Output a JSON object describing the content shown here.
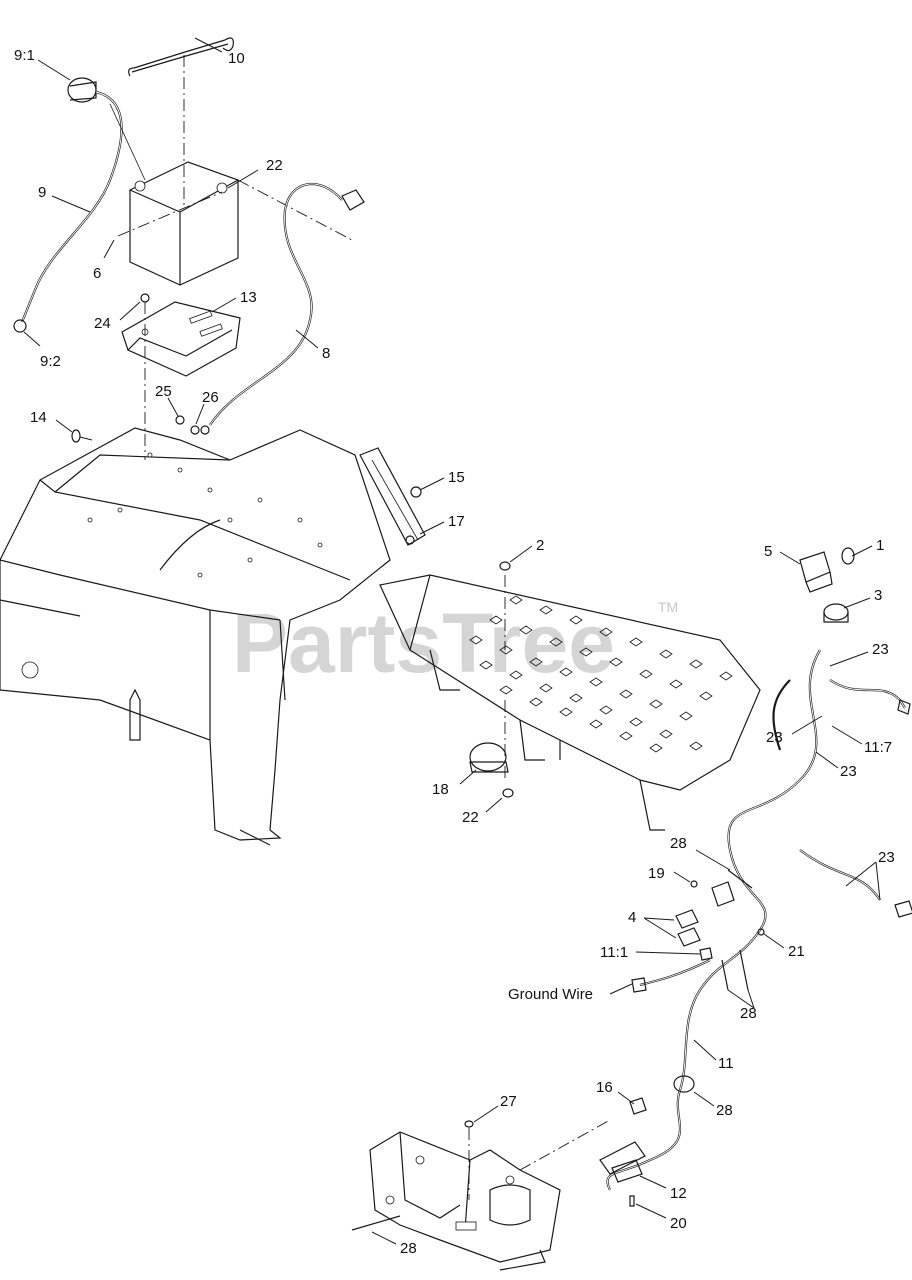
{
  "watermark": {
    "text": "PartsTree",
    "trademark": "TM"
  },
  "callouts": {
    "c9_1": "9:1",
    "c10": "10",
    "c9": "9",
    "c22_top": "22",
    "c6": "6",
    "c24": "24",
    "c13": "13",
    "c9_2": "9:2",
    "c8": "8",
    "c25": "25",
    "c26": "26",
    "c14": "14",
    "c15": "15",
    "c17": "17",
    "c2": "2",
    "c5": "5",
    "c1": "1",
    "c3": "3",
    "c23_a": "23",
    "c23_b": "23",
    "c11_7": "11:7",
    "c23_c": "23",
    "c18": "18",
    "c22_bottom": "22",
    "c28_a": "28",
    "c23_d": "23",
    "c19": "19",
    "c4": "4",
    "c21": "21",
    "c11_1": "11:1",
    "ground_wire": "Ground Wire",
    "c28_b": "28",
    "c11": "11",
    "c16": "16",
    "c27": "27",
    "c28_c": "28",
    "c12": "12",
    "c20": "20",
    "c28_d": "28"
  }
}
